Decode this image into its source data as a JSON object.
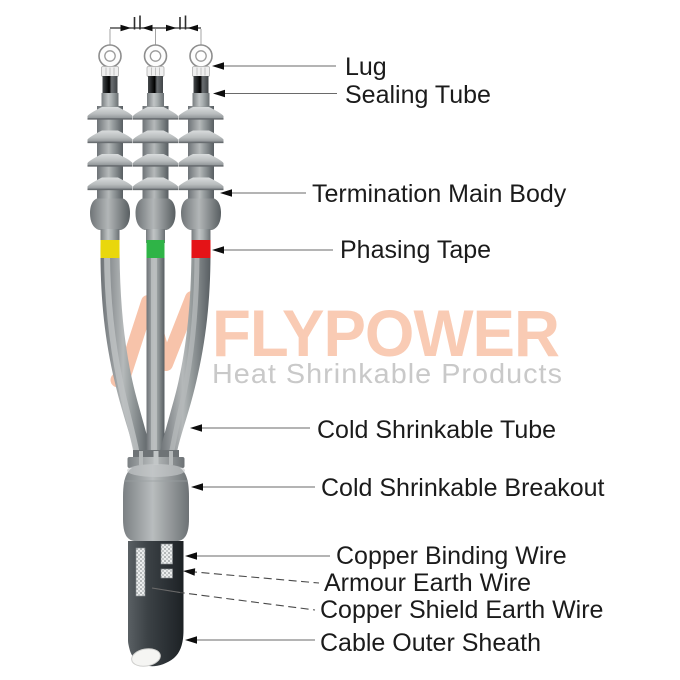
{
  "labels": {
    "lug": "Lug",
    "sealing_tube": "Sealing Tube",
    "termination_main_body": "Termination Main Body",
    "phasing_tape": "Phasing Tape",
    "cold_shrinkable_tube": "Cold Shrinkable Tube",
    "cold_shrinkable_breakout": "Cold Shrinkable Breakout",
    "copper_binding_wire": "Copper Binding Wire",
    "armour_earth_wire": "Armour Earth Wire",
    "copper_shield_earth_wire": "Copper Shield Earth Wire",
    "cable_outer_sheath": "Cable Outer Sheath"
  },
  "watermark": {
    "brand": "FLYPOWER",
    "tagline": "Heat Shrinkable Products"
  },
  "colors": {
    "brand": "#f9cbb4",
    "brand_mark": "#f7c3aa",
    "tagline": "#c9c9c9",
    "phasing_tape_left": "#e9d70c",
    "phasing_tape_center": "#2fb447",
    "phasing_tape_right": "#e41317"
  }
}
